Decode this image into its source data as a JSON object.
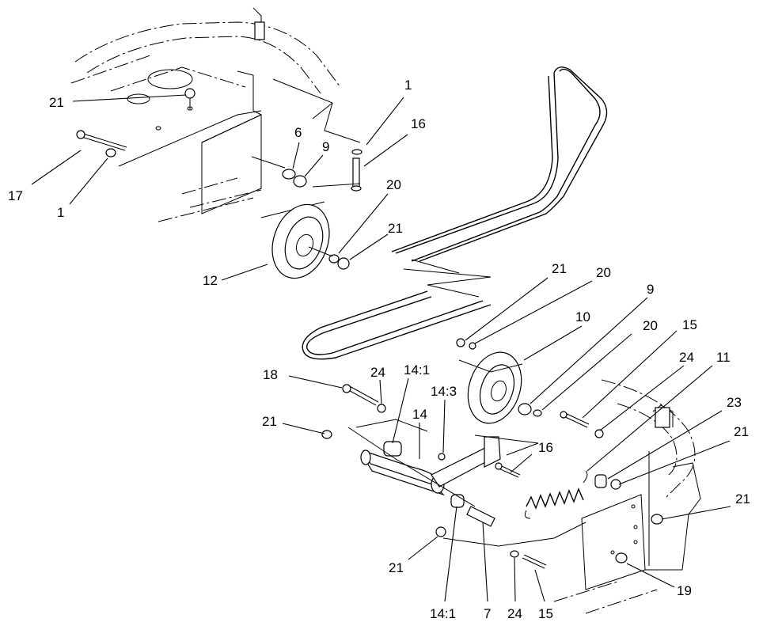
{
  "callouts": [
    {
      "id": "c01",
      "text": "21"
    },
    {
      "id": "c02",
      "text": "1"
    },
    {
      "id": "c03",
      "text": "16"
    },
    {
      "id": "c04",
      "text": "6"
    },
    {
      "id": "c05",
      "text": "9"
    },
    {
      "id": "c06",
      "text": "17"
    },
    {
      "id": "c07",
      "text": "1"
    },
    {
      "id": "c08",
      "text": "20"
    },
    {
      "id": "c09",
      "text": "21"
    },
    {
      "id": "c10",
      "text": "12"
    },
    {
      "id": "c11",
      "text": "21"
    },
    {
      "id": "c12",
      "text": "20"
    },
    {
      "id": "c13",
      "text": "9"
    },
    {
      "id": "c14",
      "text": "10"
    },
    {
      "id": "c15",
      "text": "20"
    },
    {
      "id": "c16",
      "text": "15"
    },
    {
      "id": "c17",
      "text": "24"
    },
    {
      "id": "c18",
      "text": "11"
    },
    {
      "id": "c19",
      "text": "18"
    },
    {
      "id": "c20",
      "text": "24"
    },
    {
      "id": "c21",
      "text": "14:1"
    },
    {
      "id": "c22",
      "text": "14:3"
    },
    {
      "id": "c23",
      "text": "14"
    },
    {
      "id": "c24",
      "text": "23"
    },
    {
      "id": "c25",
      "text": "21"
    },
    {
      "id": "c26",
      "text": "21"
    },
    {
      "id": "c27",
      "text": "16"
    },
    {
      "id": "c28",
      "text": "21"
    },
    {
      "id": "c29",
      "text": "21"
    },
    {
      "id": "c30",
      "text": "19"
    },
    {
      "id": "c31",
      "text": "14:1"
    },
    {
      "id": "c32",
      "text": "7"
    },
    {
      "id": "c33",
      "text": "24"
    },
    {
      "id": "c34",
      "text": "15"
    }
  ]
}
